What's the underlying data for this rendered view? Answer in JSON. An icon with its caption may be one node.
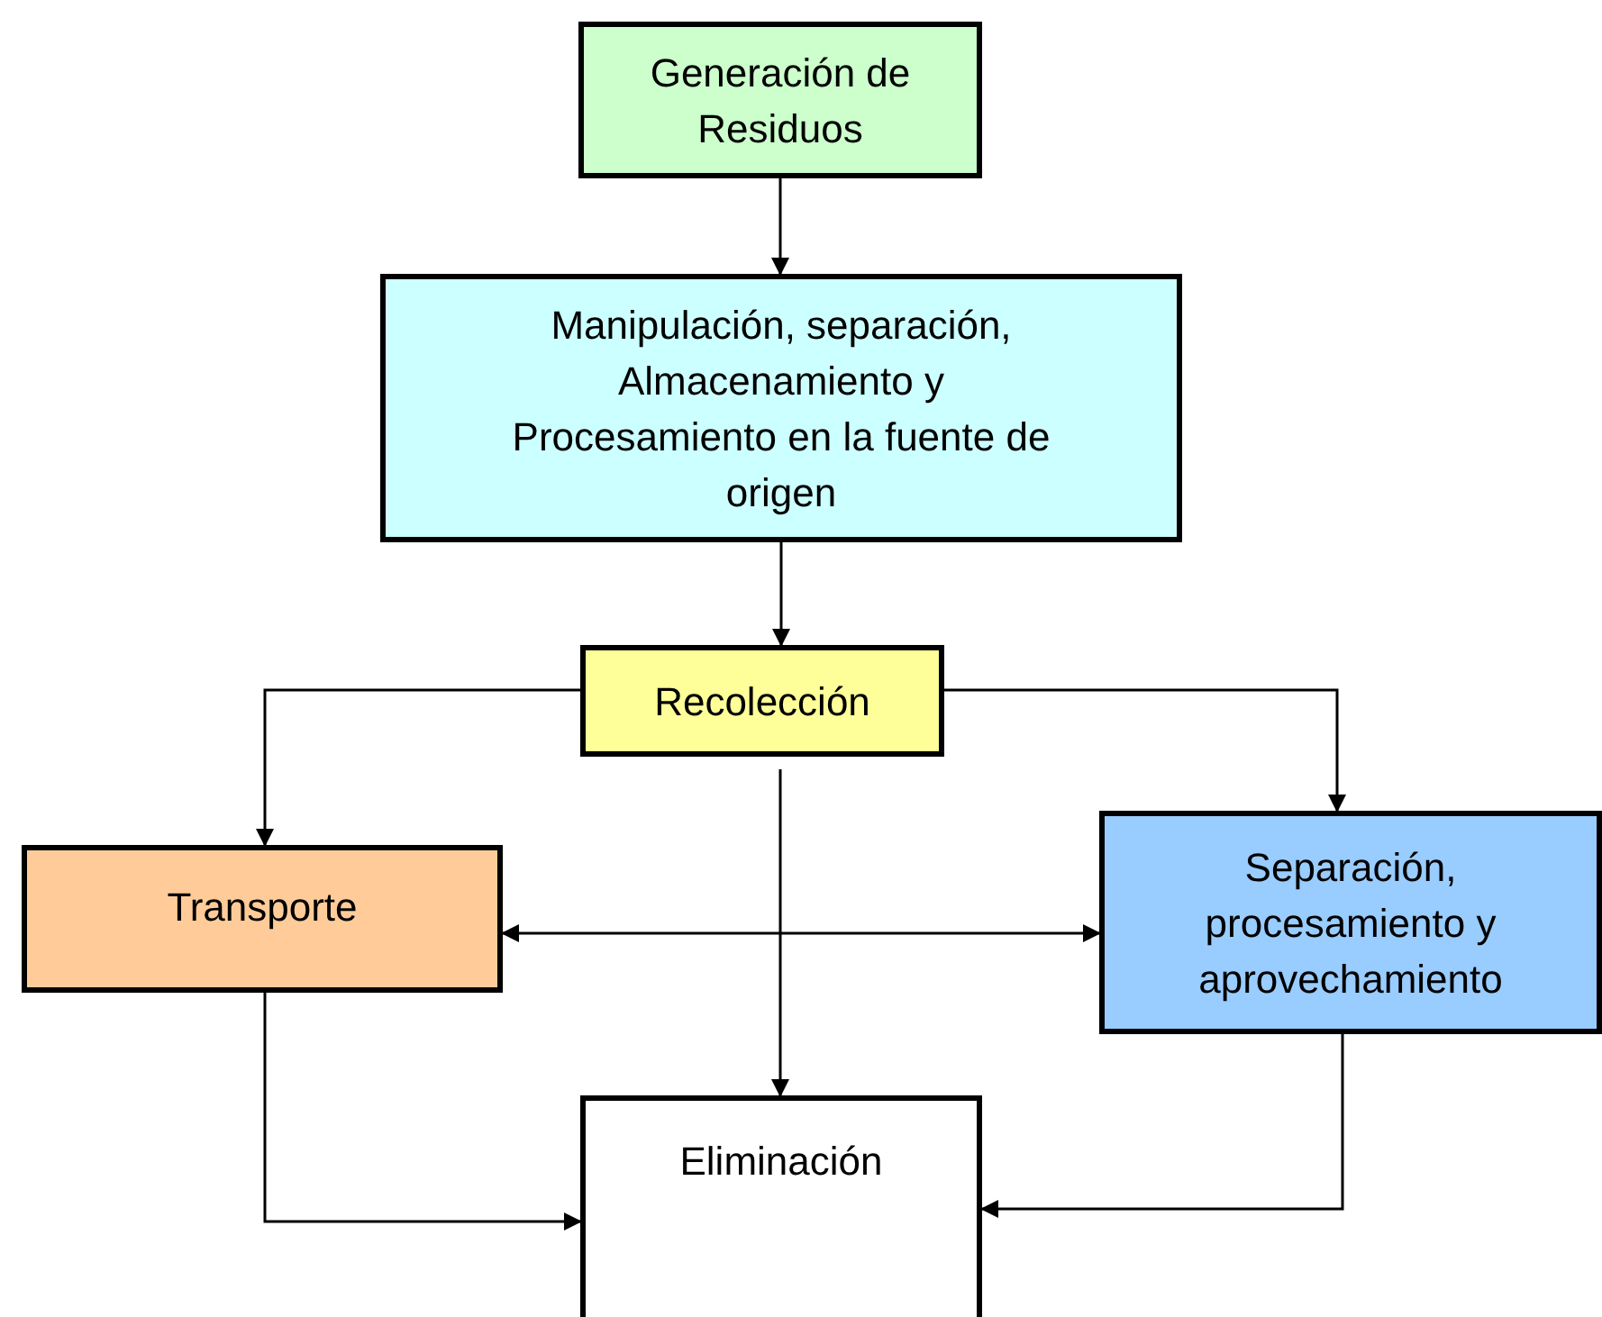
{
  "diagram": {
    "nodes": [
      {
        "text": [
          "Generación de Residuos"
        ]
      },
      {
        "text": [
          "Manipulación, separación, Almacenamiento y Procesamiento en la fuente de origen"
        ]
      },
      {
        "text": [
          "Recolección"
        ]
      },
      {
        "text": [
          "Transporte"
        ]
      },
      {
        "text": [
          "Separación, procesamiento y aprovechamiento"
        ]
      },
      {
        "text": [
          "Eliminación"
        ]
      }
    ],
    "edges": [
      {
        "from": 0,
        "to": 1,
        "arrow": "to"
      },
      {
        "from": 1,
        "to": 2,
        "arrow": "to"
      },
      {
        "from": 2,
        "to": 3,
        "arrow": "to"
      },
      {
        "from": 2,
        "to": 4,
        "arrow": "to"
      },
      {
        "from": 2,
        "to": 5,
        "arrow": "to"
      },
      {
        "from": 3,
        "to": 4,
        "arrow": "both"
      },
      {
        "from": 3,
        "to": 5,
        "arrow": "to"
      },
      {
        "from": 4,
        "to": 5,
        "arrow": "to"
      }
    ]
  }
}
